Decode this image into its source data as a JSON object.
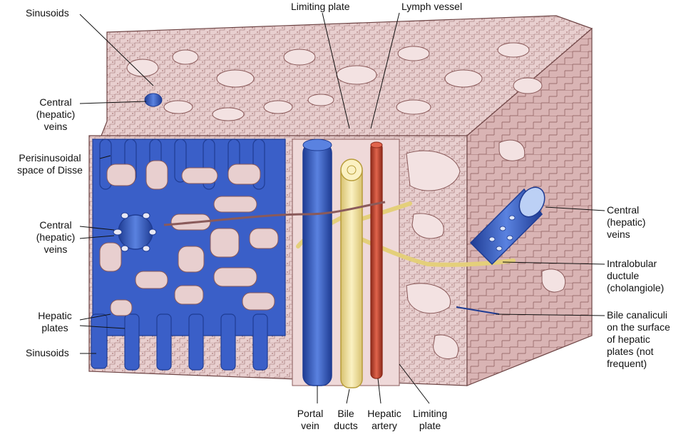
{
  "labels": {
    "sinusoids_top": "Sinusoids",
    "limiting_plate_top": "Limiting plate",
    "lymph_vessel": "Lymph vessel",
    "central_veins_top": "Central\n(hepatic)\nveins",
    "perisinusoidal": "Perisinusoidal\nspace of Disse",
    "central_veins_left": "Central\n(hepatic)\nveins",
    "hepatic_plates": "Hepatic\nplates",
    "sinusoids_bottom": "Sinusoids",
    "central_veins_right": "Central\n(hepatic)\nveins",
    "intralobular_ductule": "Intralobular\nductule\n(cholangiole)",
    "bile_canaliculi": "Bile canaliculi\non the surface\nof hepatic\nplates (not\nfrequent)",
    "portal_vein": "Portal\nvein",
    "bile_ducts": "Bile\nducts",
    "hepatic_artery": "Hepatic\nartery",
    "limiting_plate_bottom": "Limiting\nplate"
  },
  "colors": {
    "tissue": "#e8cfcf",
    "tissue_dark": "#c9a3a3",
    "cell_line": "#8a5a5a",
    "vein_blue": "#3a5fc8",
    "vein_blue_dark": "#1f3c93",
    "bile_yellow": "#f2e3a0",
    "artery_red": "#c8452f",
    "lymph_tan": "#d9bfa8"
  }
}
